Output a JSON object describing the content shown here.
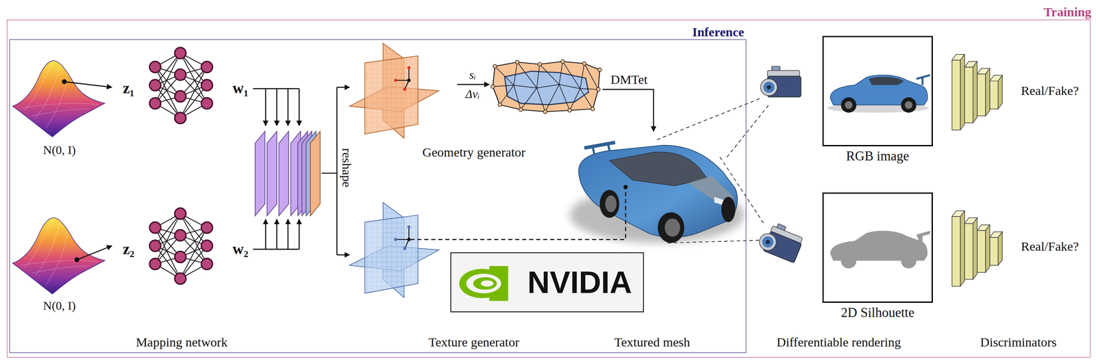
{
  "diagram": {
    "nodes": [
      {
        "text": [
          "Training"
        ]
      },
      {
        "text": [
          "Inference"
        ],
        "in": 0
      },
      {
        "text": [
          "NVIDIA"
        ],
        "in": 1
      },
      {
        "text": [
          "RGB image"
        ],
        "in": 0
      },
      {
        "text": [
          "2D Silhouette"
        ],
        "in": 0
      }
    ],
    "labels": [
      "N(0, I)",
      "z₁",
      "w₁",
      "N(0, I)",
      "z₂",
      "w₂",
      "reshape",
      "sᵢ",
      "Δvᵢ",
      "DMTet",
      "Geometry generator",
      "Real/Fake?",
      "Real/Fake?",
      "Mapping network",
      "Texture generator",
      "Textured mesh",
      "Differentiable rendering",
      "Discriminators"
    ]
  }
}
